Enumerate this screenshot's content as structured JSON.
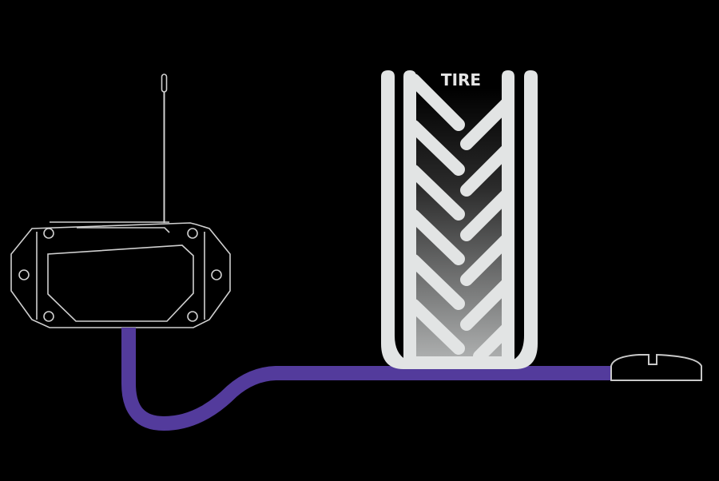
{
  "diagram": {
    "background": "#000000",
    "labels": {
      "tire": "TIRE"
    },
    "colors": {
      "outline": "#d6d6d6",
      "tire_fill": "#e4e6e6",
      "cable": "#533b9c",
      "sensor_outline": "#c8c8c8"
    },
    "components": [
      {
        "id": "wireless-transmitter",
        "description": "Transmitter housing with antenna and six mounting holes"
      },
      {
        "id": "cable",
        "description": "Purple cable connecting transmitter to sensor under tire"
      },
      {
        "id": "tire",
        "description": "Tire tread viewed from above with chevron pattern"
      },
      {
        "id": "sensor",
        "description": "Low-profile dome sensor with slot at cable end"
      }
    ]
  }
}
